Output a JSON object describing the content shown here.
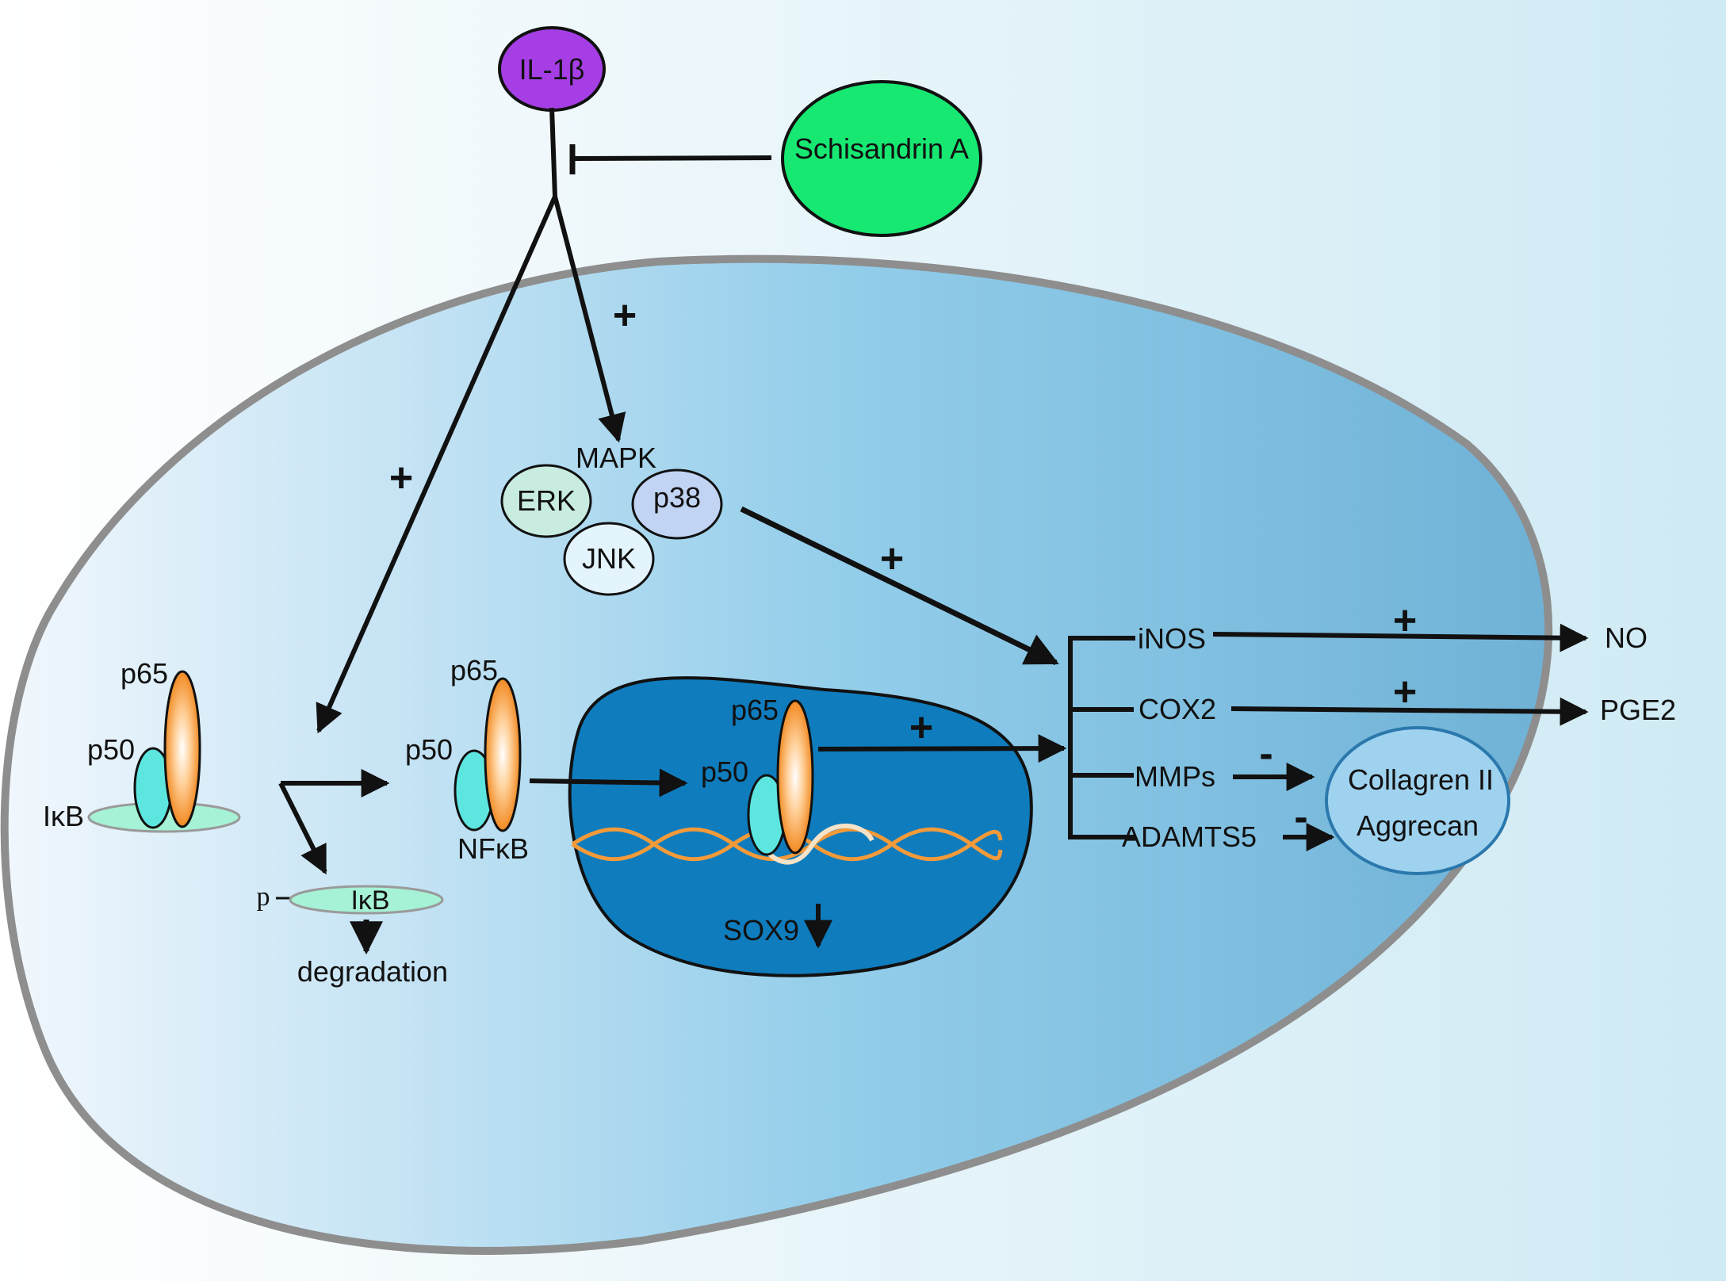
{
  "ligand": {
    "label": "IL-1β"
  },
  "inhibitor": {
    "label": "Schisandrin A"
  },
  "mapk": {
    "title": "MAPK",
    "erk": "ERK",
    "p38": "p38",
    "jnk": "JNK"
  },
  "complex_left": {
    "p65": "p65",
    "p50": "p50",
    "ikb": "IκB"
  },
  "complex_mid": {
    "p65": "p65",
    "p50": "p50",
    "nfkb": "NFκB"
  },
  "complex_nucleus": {
    "p65": "p65",
    "p50": "p50"
  },
  "phospho": {
    "p": "p",
    "ikb": "IκB",
    "degradation": "degradation"
  },
  "nucleus": {
    "sox9": "SOX9"
  },
  "targets": {
    "inos": "iNOS",
    "no": "NO",
    "cox2": "COX2",
    "pge2": "PGE2",
    "mmps": "MMPs",
    "adamts5": "ADAMTS5",
    "collagen": "Collagren II",
    "aggrecan": "Aggrecan"
  },
  "signs": {
    "plus": "+",
    "minus": "-"
  },
  "colors": {
    "il1b": "#a63ee6",
    "schisandrin": "#16e872",
    "p65_orange": "#f4963a",
    "p50_cyan": "#5de6e0",
    "nucleus": "#0f7cbd",
    "cell_border": "#8e8e8e",
    "ikb": "#a6f2d6"
  }
}
